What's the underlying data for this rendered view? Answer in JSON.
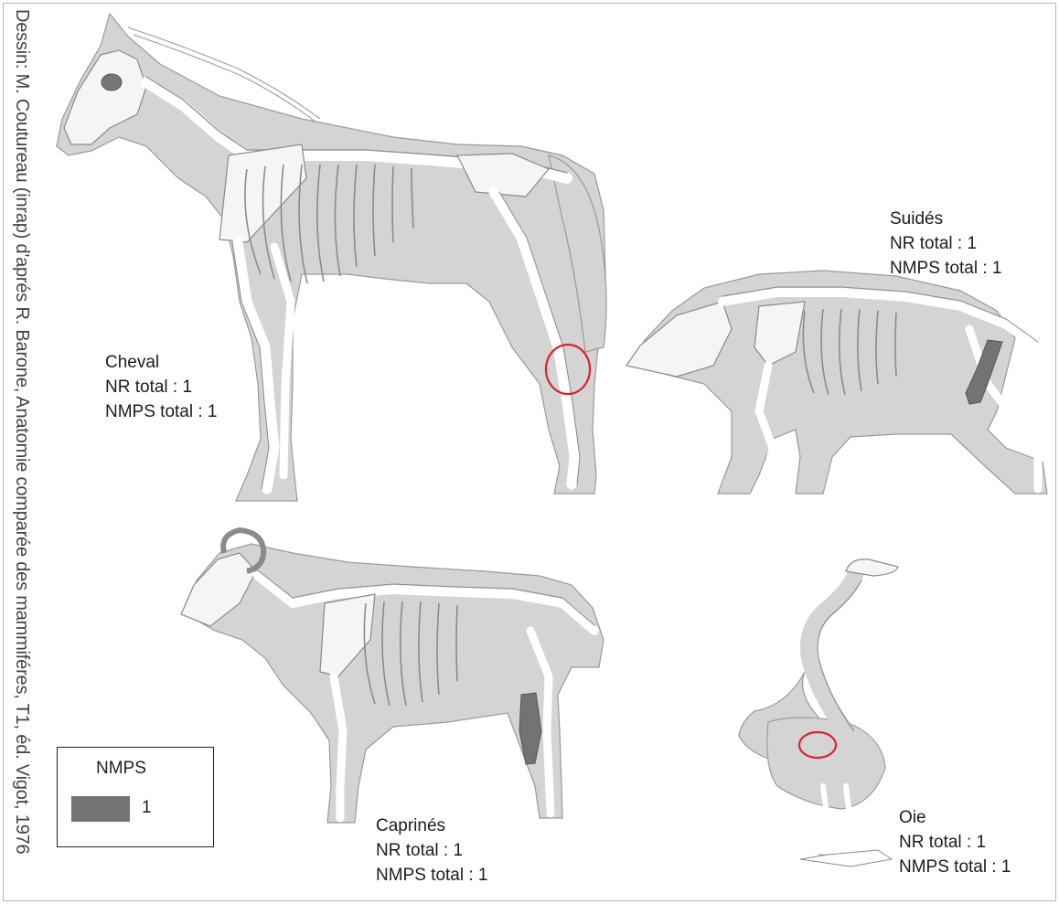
{
  "credit": "Dessin: M. Coutureau (inrap) d'aprés R. Barone, Anatomie comparée des mammiféres, T1, éd. Vigot, 1976",
  "animals": [
    {
      "id": "cheval",
      "name": "Cheval",
      "nr": "NR total : 1",
      "nmps": "NMPS total : 1"
    },
    {
      "id": "suides",
      "name": "Suidés",
      "nr": "NR total : 1",
      "nmps": "NMPS total : 1"
    },
    {
      "id": "caprines",
      "name": "Caprinés",
      "nr": "NR total : 1",
      "nmps": "NMPS total : 1"
    },
    {
      "id": "oie",
      "name": "Oie",
      "nr": "NR total : 1",
      "nmps": "NMPS total : 1"
    }
  ],
  "legend": {
    "title": "NMPS",
    "value": "1",
    "color": "#737373"
  },
  "colors": {
    "silhouette": "#d4d4d4",
    "bone": "#f5f5f5",
    "highlight": "#d9232d",
    "nmps_fill": "#737373"
  }
}
